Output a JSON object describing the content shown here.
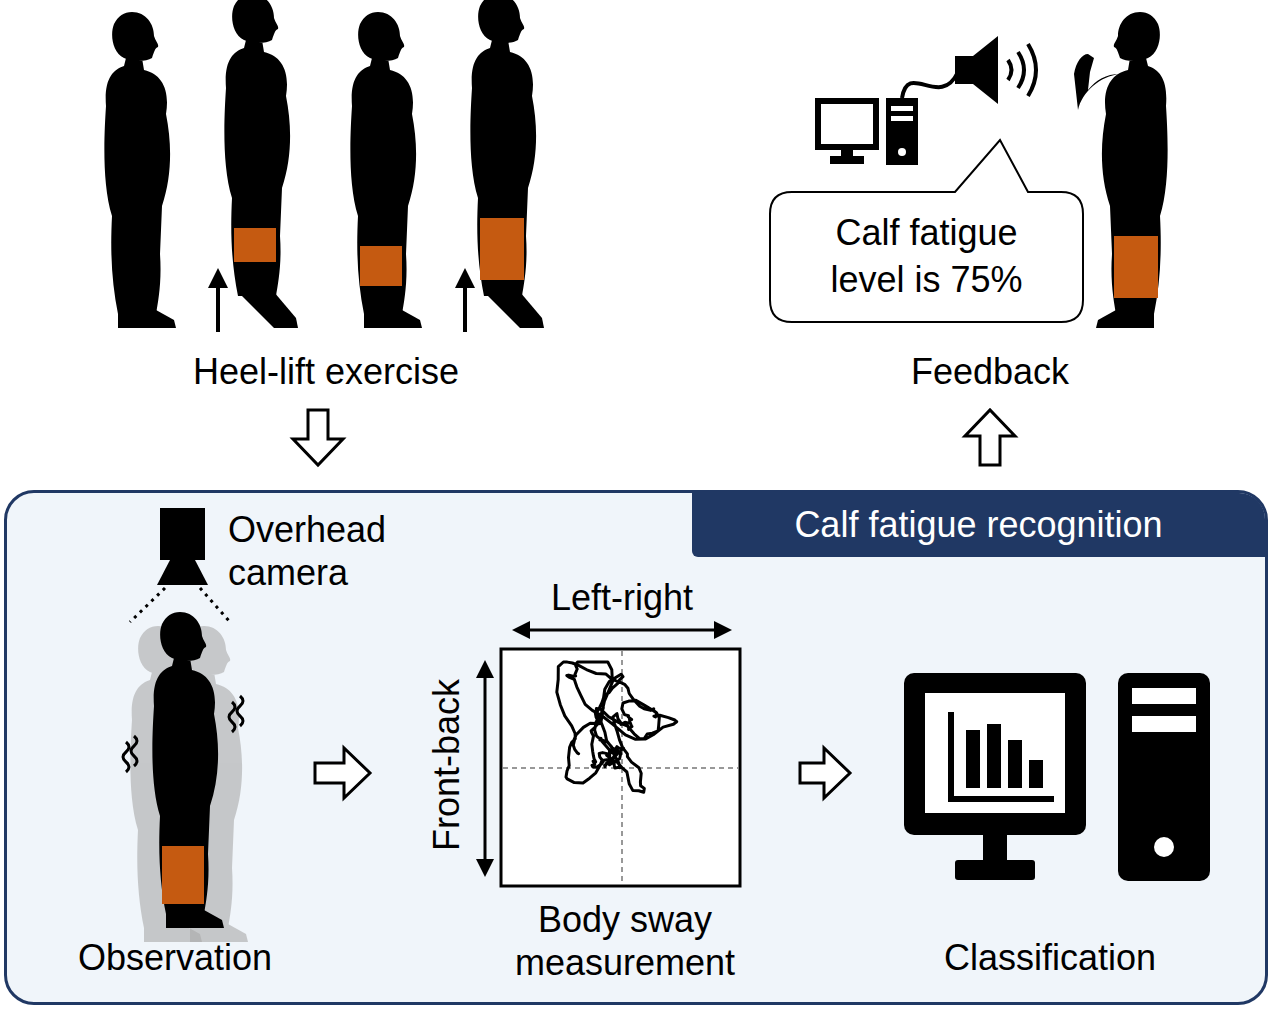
{
  "diagram": {
    "nodes": [
      {
        "text": [
          "Heel-lift exercise"
        ]
      },
      {
        "text": [
          "Feedback"
        ]
      },
      {
        "text": [
          "Calf fatigue level is 75%"
        ],
        "in": 1
      },
      {
        "text": [
          "Calf fatigue recognition"
        ]
      },
      {
        "text": [
          "Observation"
        ],
        "in": 3
      },
      {
        "text": [
          "Body sway measurement"
        ],
        "in": 3
      },
      {
        "text": [
          "Classification"
        ],
        "in": 3
      }
    ],
    "edges": [
      {
        "from": 0,
        "to": 3,
        "arrow": "to"
      },
      {
        "from": 3,
        "to": 1,
        "arrow": "to"
      },
      {
        "from": 4,
        "to": 5,
        "arrow": "to"
      },
      {
        "from": 5,
        "to": 6,
        "arrow": "to"
      }
    ],
    "labels": [
      "Overhead camera",
      "Left-right",
      "Front-back"
    ]
  }
}
